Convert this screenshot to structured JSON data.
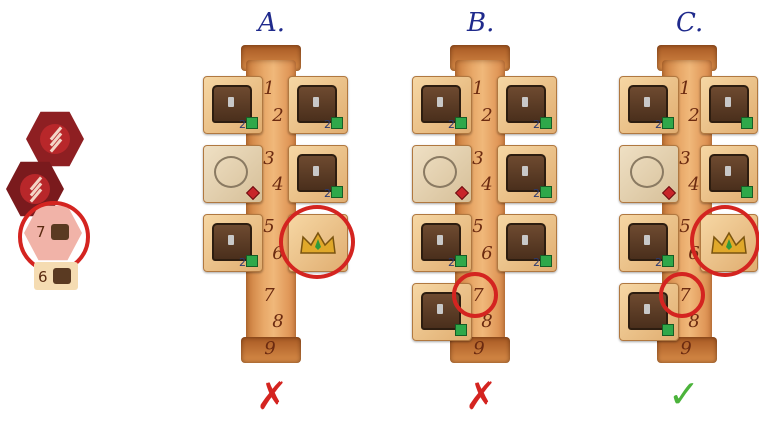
{
  "columns": [
    {
      "label": "A.",
      "highlight": "crown",
      "verdict": "wrong"
    },
    {
      "label": "B.",
      "highlight": "7",
      "verdict": "wrong"
    },
    {
      "label": "C.",
      "highlight": "7 and crown",
      "verdict": "right"
    }
  ],
  "track_numbers": [
    "1",
    "2",
    "3",
    "4",
    "5",
    "6",
    "7",
    "8",
    "9"
  ],
  "card_counter": "2",
  "side_panel": {
    "tile_top_value": "7",
    "tile_bottom_value": "6"
  },
  "marks": {
    "wrong": "✗",
    "right": "✓"
  },
  "colors": {
    "wrong": "#d42420",
    "right": "#4bb33b",
    "label": "#1f2a8c",
    "circle": "#d42420"
  }
}
